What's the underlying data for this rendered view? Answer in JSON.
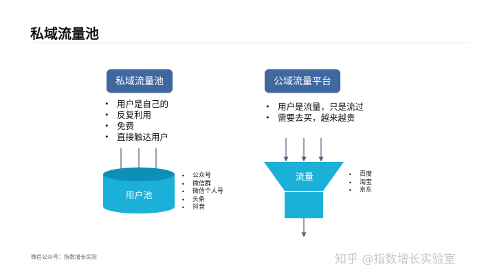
{
  "title": "私域流量池",
  "private": {
    "header": "私域流量池",
    "bullets": [
      "用户是自己的",
      "反复利用",
      "免费",
      "直接触达用户"
    ],
    "shape_label": "用户池",
    "channels": [
      "公众号",
      "微信群",
      "微信个人号",
      "头条",
      "抖音"
    ]
  },
  "public": {
    "header": "公域流量平台",
    "bullets": [
      "用户是流量，只是流过",
      "需要去买，越来越贵"
    ],
    "shape_label": "流量",
    "channels": [
      "百度",
      "淘宝",
      "京东"
    ]
  },
  "footer": "微信公众号：指数增长实验",
  "watermark": "知乎 @指数增长实验室",
  "colors": {
    "header_fill": "#3f67a0",
    "shape_fill": "#1ab0d8",
    "shape_top": "#0e8fb8",
    "arrow": "#4f5f7a"
  }
}
